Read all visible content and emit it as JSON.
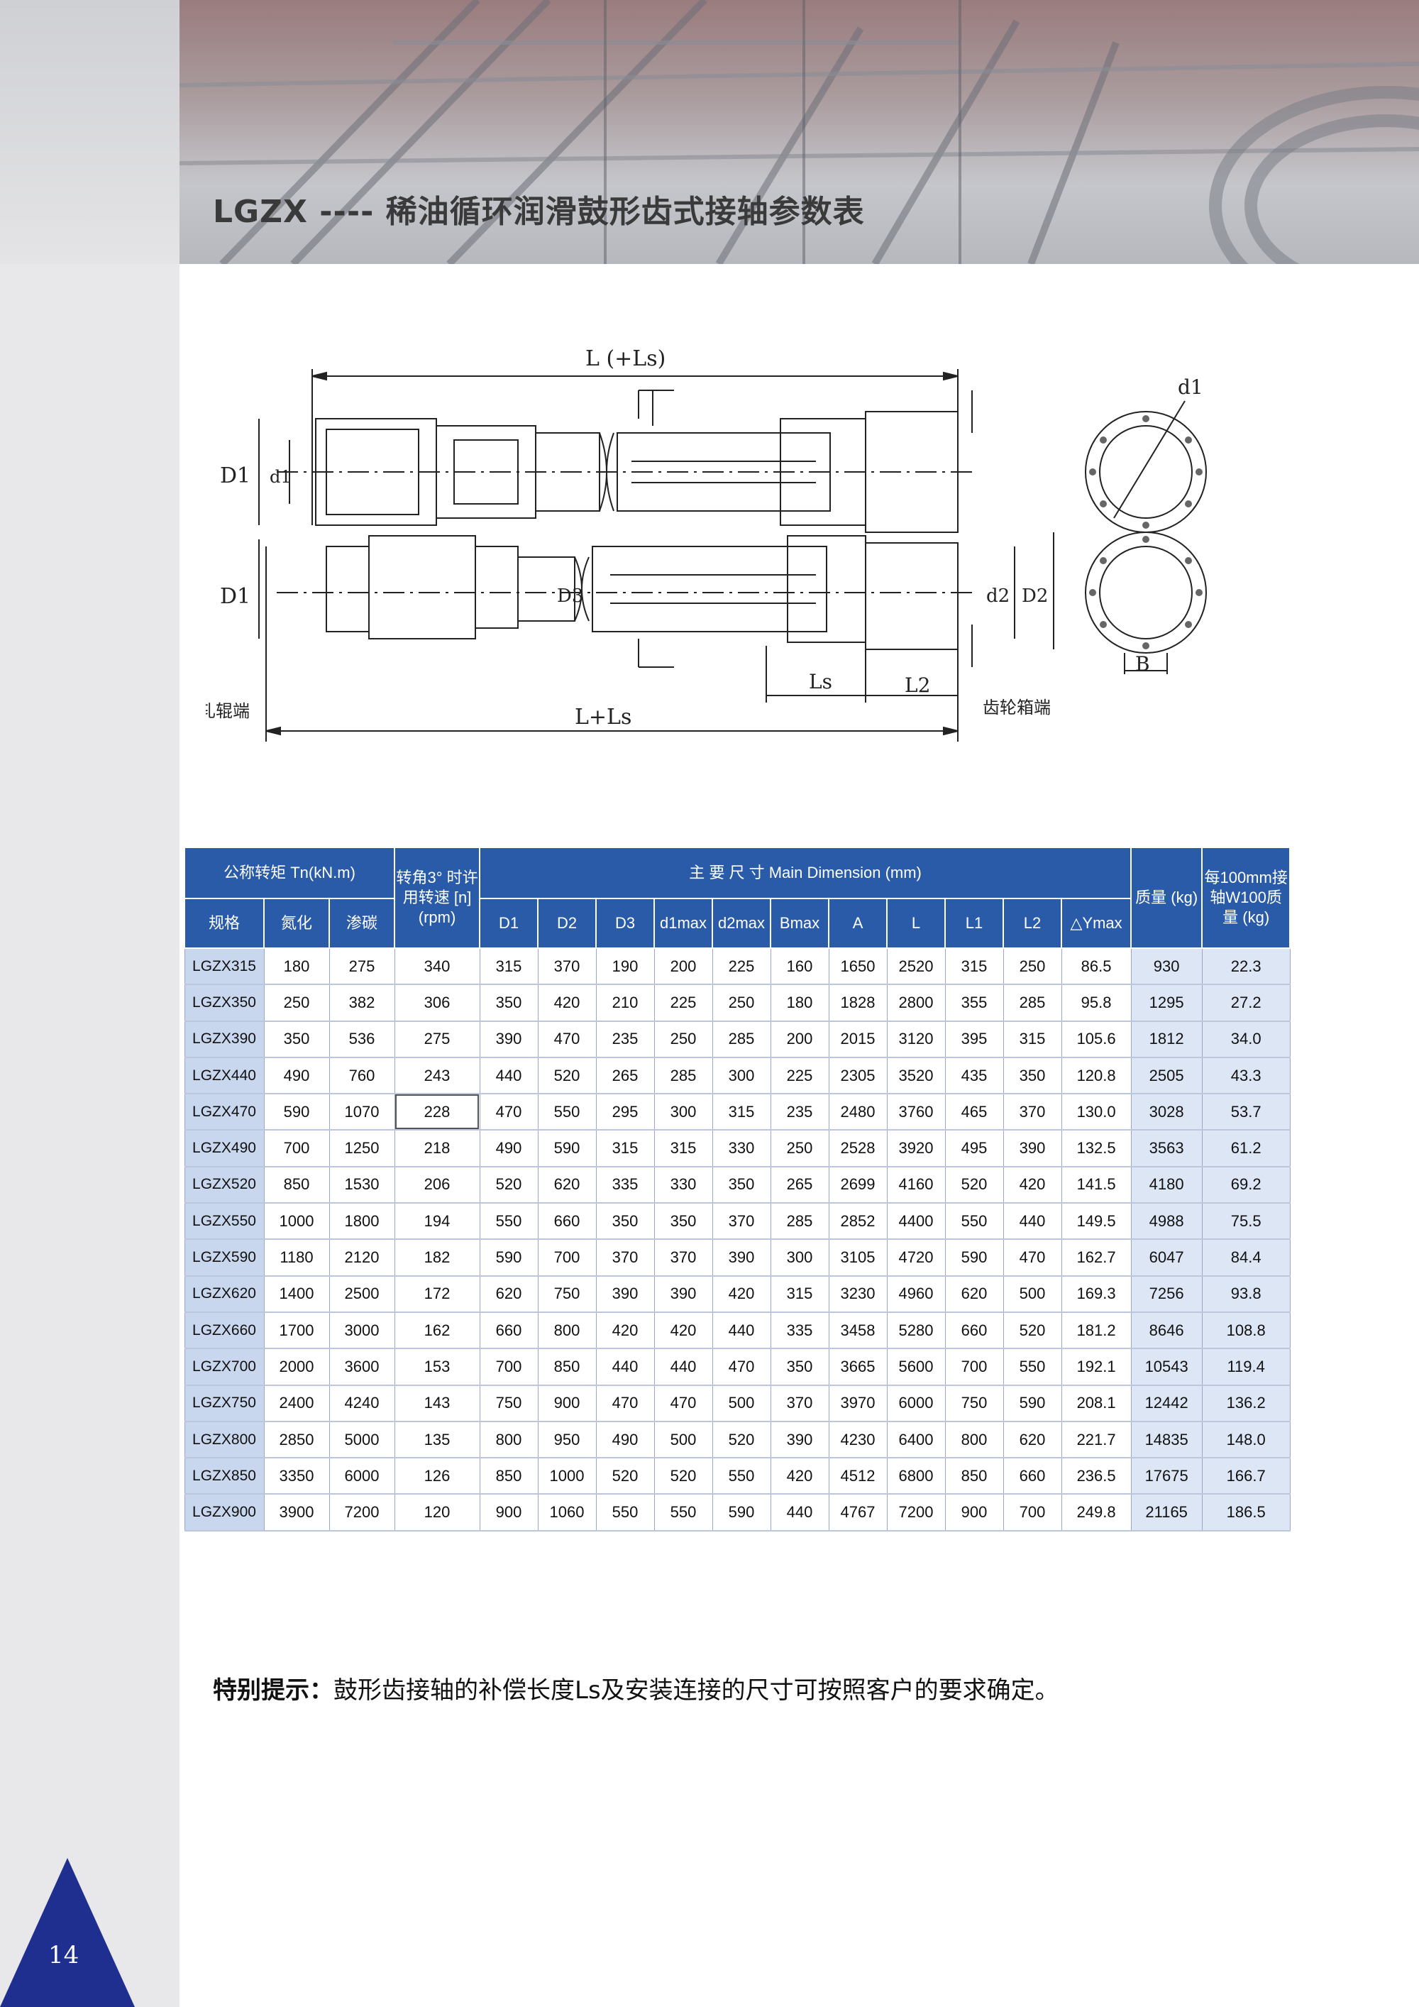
{
  "header": {
    "title": "LGZX ---- 稀油循环润滑鼓形齿式接轴参数表"
  },
  "diagram": {
    "labels": {
      "L_Ls_top": "L (+Ls)",
      "L_Ls_bottom": "L+Ls",
      "D1_top": "D1",
      "d1_top": "d1",
      "D1_bottom": "D1",
      "D3": "D3",
      "d2": "d2",
      "D2": "D2",
      "Ls": "Ls",
      "L2": "L2",
      "d1_end": "d1",
      "B": "B",
      "left_end": "轧辊端",
      "right_end": "齿轮箱端"
    }
  },
  "table": {
    "group_headers": {
      "torque": "公称转矩 Tn(kN.m)",
      "speed": "转角3° 时许用转速 [n](rpm)",
      "main_dim": "主 要 尺 寸 Main Dimension (mm)",
      "mass": "质量 (kg)",
      "w100": "每100mm接轴W100质量 (kg)"
    },
    "columns": [
      "规格",
      "氮化",
      "渗碳",
      "D1",
      "D2",
      "D3",
      "d1max",
      "d2max",
      "Bmax",
      "A",
      "L",
      "L1",
      "L2",
      "△Ymax"
    ],
    "rows": [
      [
        "LGZX315",
        "180",
        "275",
        "340",
        "315",
        "370",
        "190",
        "200",
        "225",
        "160",
        "1650",
        "2520",
        "315",
        "250",
        "86.5",
        "930",
        "22.3"
      ],
      [
        "LGZX350",
        "250",
        "382",
        "306",
        "350",
        "420",
        "210",
        "225",
        "250",
        "180",
        "1828",
        "2800",
        "355",
        "285",
        "95.8",
        "1295",
        "27.2"
      ],
      [
        "LGZX390",
        "350",
        "536",
        "275",
        "390",
        "470",
        "235",
        "250",
        "285",
        "200",
        "2015",
        "3120",
        "395",
        "315",
        "105.6",
        "1812",
        "34.0"
      ],
      [
        "LGZX440",
        "490",
        "760",
        "243",
        "440",
        "520",
        "265",
        "285",
        "300",
        "225",
        "2305",
        "3520",
        "435",
        "350",
        "120.8",
        "2505",
        "43.3"
      ],
      [
        "LGZX470",
        "590",
        "1070",
        "228",
        "470",
        "550",
        "295",
        "300",
        "315",
        "235",
        "2480",
        "3760",
        "465",
        "370",
        "130.0",
        "3028",
        "53.7"
      ],
      [
        "LGZX490",
        "700",
        "1250",
        "218",
        "490",
        "590",
        "315",
        "315",
        "330",
        "250",
        "2528",
        "3920",
        "495",
        "390",
        "132.5",
        "3563",
        "61.2"
      ],
      [
        "LGZX520",
        "850",
        "1530",
        "206",
        "520",
        "620",
        "335",
        "330",
        "350",
        "265",
        "2699",
        "4160",
        "520",
        "420",
        "141.5",
        "4180",
        "69.2"
      ],
      [
        "LGZX550",
        "1000",
        "1800",
        "194",
        "550",
        "660",
        "350",
        "350",
        "370",
        "285",
        "2852",
        "4400",
        "550",
        "440",
        "149.5",
        "4988",
        "75.5"
      ],
      [
        "LGZX590",
        "1180",
        "2120",
        "182",
        "590",
        "700",
        "370",
        "370",
        "390",
        "300",
        "3105",
        "4720",
        "590",
        "470",
        "162.7",
        "6047",
        "84.4"
      ],
      [
        "LGZX620",
        "1400",
        "2500",
        "172",
        "620",
        "750",
        "390",
        "390",
        "420",
        "315",
        "3230",
        "4960",
        "620",
        "500",
        "169.3",
        "7256",
        "93.8"
      ],
      [
        "LGZX660",
        "1700",
        "3000",
        "162",
        "660",
        "800",
        "420",
        "420",
        "440",
        "335",
        "3458",
        "5280",
        "660",
        "520",
        "181.2",
        "8646",
        "108.8"
      ],
      [
        "LGZX700",
        "2000",
        "3600",
        "153",
        "700",
        "850",
        "440",
        "440",
        "470",
        "350",
        "3665",
        "5600",
        "700",
        "550",
        "192.1",
        "10543",
        "119.4"
      ],
      [
        "LGZX750",
        "2400",
        "4240",
        "143",
        "750",
        "900",
        "470",
        "470",
        "500",
        "370",
        "3970",
        "6000",
        "750",
        "590",
        "208.1",
        "12442",
        "136.2"
      ],
      [
        "LGZX800",
        "2850",
        "5000",
        "135",
        "800",
        "950",
        "490",
        "500",
        "520",
        "390",
        "4230",
        "6400",
        "800",
        "620",
        "221.7",
        "14835",
        "148.0"
      ],
      [
        "LGZX850",
        "3350",
        "6000",
        "126",
        "850",
        "1000",
        "520",
        "520",
        "550",
        "420",
        "4512",
        "6800",
        "850",
        "660",
        "236.5",
        "17675",
        "166.7"
      ],
      [
        "LGZX900",
        "3900",
        "7200",
        "120",
        "900",
        "1060",
        "550",
        "550",
        "590",
        "440",
        "4767",
        "7200",
        "900",
        "700",
        "249.8",
        "21165",
        "186.5"
      ]
    ]
  },
  "note": {
    "prefix": "特别提示：",
    "text": "鼓形齿接轴的补偿长度Ls及安装连接的尺寸可按照客户的要求确定。"
  },
  "page_number": "14",
  "colors": {
    "table_header": "#2a5ba8",
    "model_cell": "#c9d7ee",
    "page_tab": "#1f2f8f"
  }
}
